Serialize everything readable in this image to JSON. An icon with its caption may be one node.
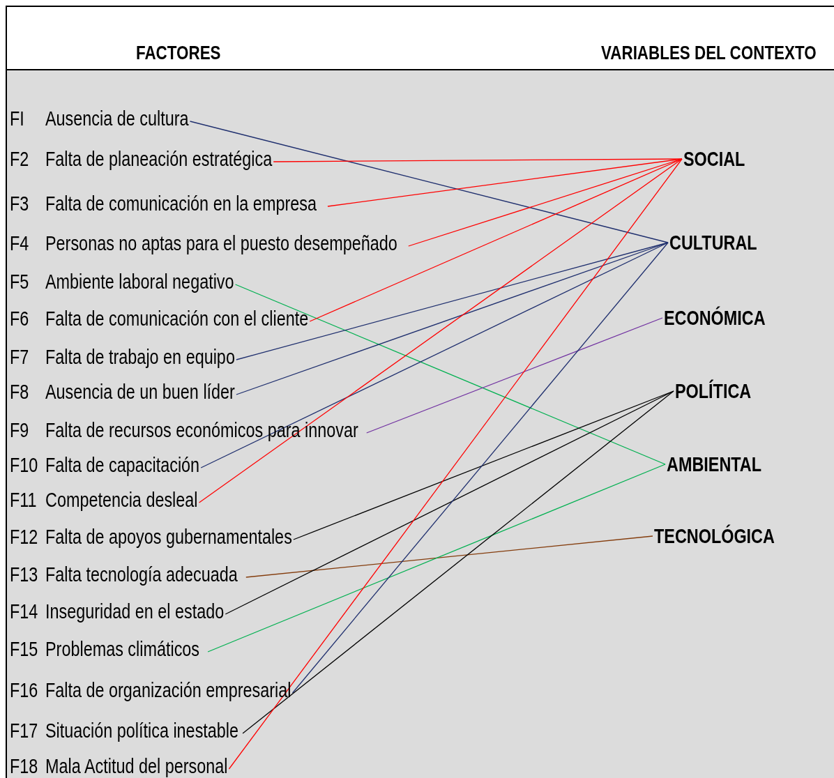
{
  "diagram": {
    "nodes": [
      {
        "text": [
          "FI",
          "Ausencia de cultura"
        ]
      },
      {
        "text": [
          "F2",
          "Falta de planeación estratégica"
        ]
      },
      {
        "text": [
          "F3",
          "Falta de comunicación en la empresa"
        ]
      },
      {
        "text": [
          "F4",
          "Personas no aptas para el puesto desempeñado"
        ]
      },
      {
        "text": [
          "F5",
          "Ambiente laboral negativo"
        ]
      },
      {
        "text": [
          "F6",
          "Falta de comunicación con el cliente"
        ]
      },
      {
        "text": [
          "F7",
          "Falta de trabajo en equipo"
        ]
      },
      {
        "text": [
          "F8",
          "Ausencia de un buen líder"
        ]
      },
      {
        "text": [
          "F9",
          "Falta de recursos económicos para innovar"
        ]
      },
      {
        "text": [
          "F10",
          "Falta de capacitación"
        ]
      },
      {
        "text": [
          "F11",
          "Competencia desleal"
        ]
      },
      {
        "text": [
          "F12",
          "Falta de apoyos gubernamentales"
        ]
      },
      {
        "text": [
          "F13",
          "Falta tecnología adecuada"
        ]
      },
      {
        "text": [
          "F14",
          "Inseguridad en el estado"
        ]
      },
      {
        "text": [
          "F15",
          "Problemas climáticos"
        ]
      },
      {
        "text": [
          "F16",
          "Falta de organización empresarial"
        ]
      },
      {
        "text": [
          "F17",
          "Situación política inestable"
        ]
      },
      {
        "text": [
          "F18",
          "Mala Actitud del personal"
        ]
      },
      {
        "text": [
          "SOCIAL"
        ]
      },
      {
        "text": [
          "CULTURAL"
        ]
      },
      {
        "text": [
          "ECONÓMICA"
        ]
      },
      {
        "text": [
          "POLÍTICA"
        ]
      },
      {
        "text": [
          "AMBIENTAL"
        ]
      },
      {
        "text": [
          "TECNOLÓGICA"
        ]
      }
    ],
    "edges": [
      {
        "from": 0,
        "to": 19,
        "arrow": "none",
        "color": "#1f2f6e"
      },
      {
        "from": 1,
        "to": 18,
        "arrow": "none",
        "color": "#ff0000"
      },
      {
        "from": 2,
        "to": 18,
        "arrow": "none",
        "color": "#ff0000"
      },
      {
        "from": 3,
        "to": 18,
        "arrow": "none",
        "color": "#ff0000"
      },
      {
        "from": 4,
        "to": 22,
        "arrow": "none",
        "color": "#00b050"
      },
      {
        "from": 5,
        "to": 18,
        "arrow": "none",
        "color": "#ff0000"
      },
      {
        "from": 6,
        "to": 19,
        "arrow": "none",
        "color": "#1f2f6e"
      },
      {
        "from": 7,
        "to": 19,
        "arrow": "none",
        "color": "#1f2f6e"
      },
      {
        "from": 8,
        "to": 20,
        "arrow": "none",
        "color": "#7030a0"
      },
      {
        "from": 9,
        "to": 19,
        "arrow": "none",
        "color": "#1f2f6e"
      },
      {
        "from": 10,
        "to": 18,
        "arrow": "none",
        "color": "#ff0000"
      },
      {
        "from": 11,
        "to": 21,
        "arrow": "none",
        "color": "#000000"
      },
      {
        "from": 12,
        "to": 23,
        "arrow": "none",
        "color": "#843c0c"
      },
      {
        "from": 13,
        "to": 21,
        "arrow": "none",
        "color": "#000000"
      },
      {
        "from": 14,
        "to": 22,
        "arrow": "none",
        "color": "#00b050"
      },
      {
        "from": 15,
        "to": 19,
        "arrow": "none",
        "color": "#1f2f6e"
      },
      {
        "from": 16,
        "to": 21,
        "arrow": "none",
        "color": "#000000"
      },
      {
        "from": 17,
        "to": 18,
        "arrow": "none",
        "color": "#ff0000"
      }
    ],
    "labels": [
      "FACTORES",
      "VARIABLES DEL CONTEXTO"
    ]
  }
}
